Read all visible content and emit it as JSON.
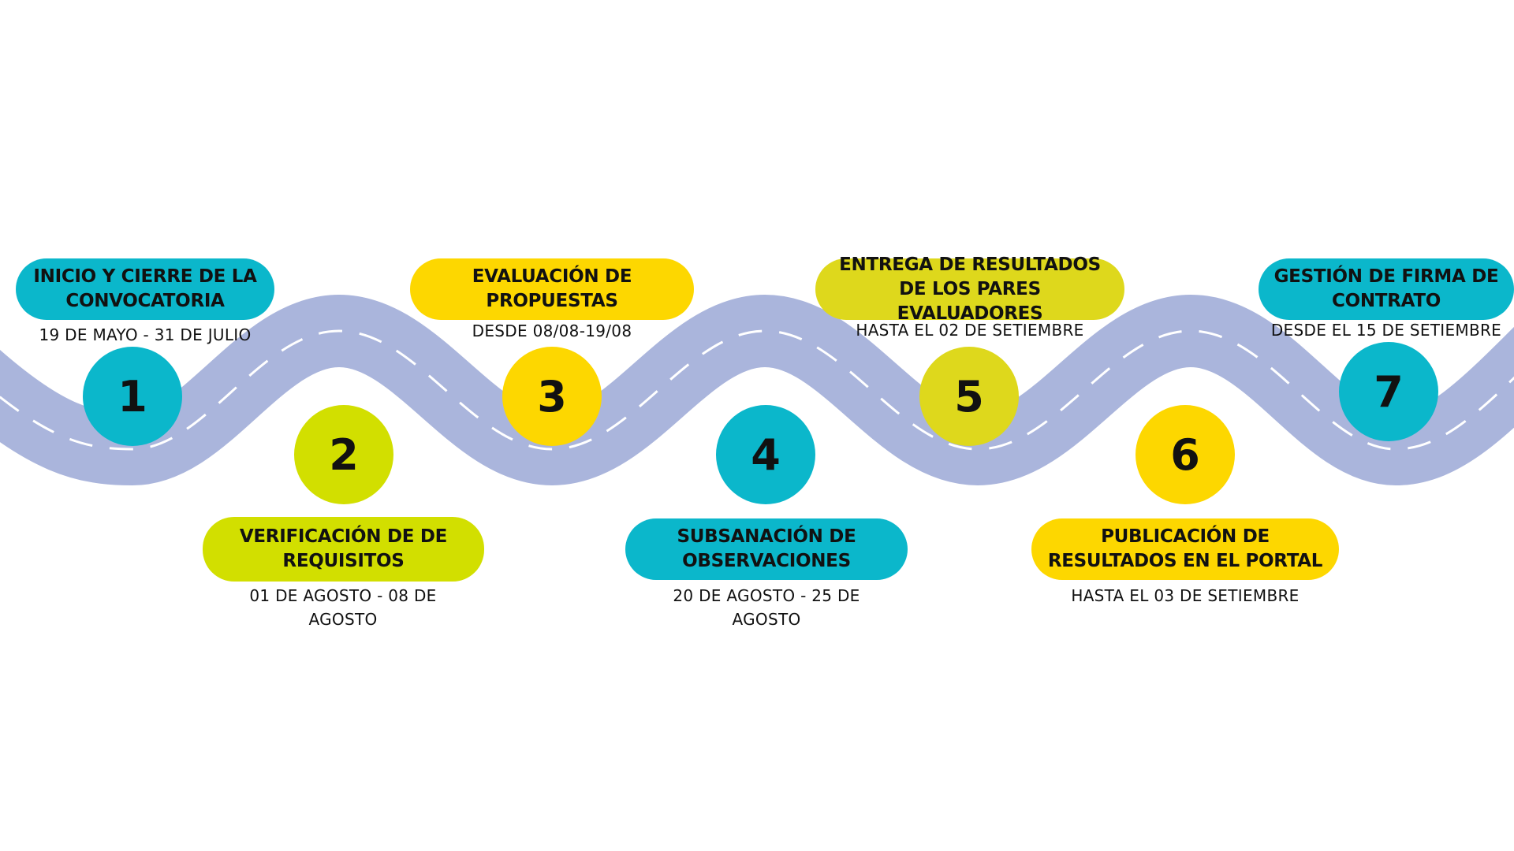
{
  "colors": {
    "road": "#AAB5DC",
    "lane": "#FFFFFF",
    "teal": "#0BB7CB",
    "yellow": "#FDD700",
    "lime": "#D2DF00",
    "olive": "#DED81C"
  },
  "steps": [
    {
      "number": "1",
      "title": "INICIO Y CIERRE DE LA CONVOCATORIA",
      "date": "19  DE MAYO -  31 DE JULIO",
      "pill_color": "teal",
      "circle_color": "teal"
    },
    {
      "number": "2",
      "title": "VERIFICACIÓN DE DE REQUISITOS",
      "date": "01 DE AGOSTO - 08 DE AGOSTO",
      "pill_color": "lime",
      "circle_color": "lime"
    },
    {
      "number": "3",
      "title": "EVALUACIÓN DE PROPUESTAS",
      "date": "DESDE 08/08-19/08",
      "pill_color": "yellow",
      "circle_color": "yellow"
    },
    {
      "number": "4",
      "title": "SUBSANACIÓN DE OBSERVACIONES",
      "date": "20 DE AGOSTO - 25 DE AGOSTO",
      "pill_color": "teal",
      "circle_color": "teal"
    },
    {
      "number": "5",
      "title": "ENTREGA DE RESULTADOS DE LOS PARES EVALUADORES",
      "date": "HASTA EL 02 DE SETIEMBRE",
      "pill_color": "olive",
      "circle_color": "olive"
    },
    {
      "number": "6",
      "title": "PUBLICACIÓN DE RESULTADOS EN EL PORTAL",
      "date": "HASTA EL 03 DE SETIEMBRE",
      "pill_color": "yellow",
      "circle_color": "yellow"
    },
    {
      "number": "7",
      "title": "GESTIÓN DE FIRMA DE CONTRATO",
      "date": "DESDE EL 15 DE SETIEMBRE",
      "pill_color": "teal",
      "circle_color": "teal"
    }
  ]
}
